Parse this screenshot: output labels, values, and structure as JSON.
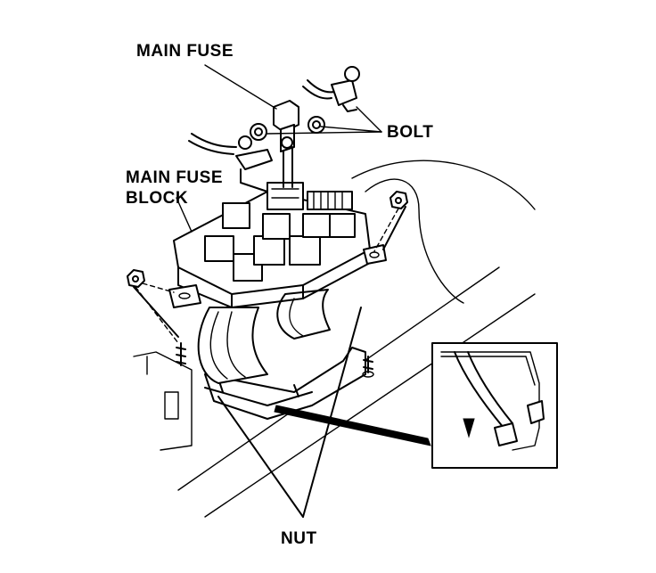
{
  "labels": {
    "main_fuse": "MAIN FUSE",
    "bolt": "BOLT",
    "main_fuse_block_line1": "MAIN FUSE",
    "main_fuse_block_line2": "BLOCK",
    "nut": "NUT"
  },
  "colors": {
    "ink": "#000000",
    "paper": "#ffffff"
  }
}
